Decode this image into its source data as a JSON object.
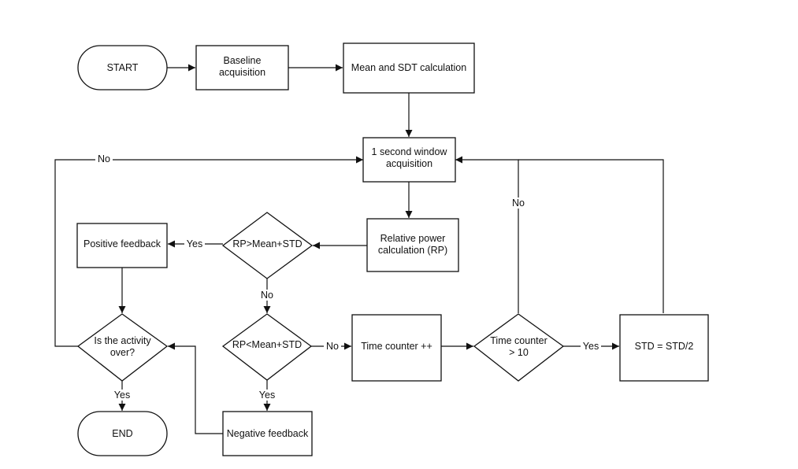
{
  "nodes": {
    "start": "START",
    "baseline": [
      "Baseline",
      "acquisition"
    ],
    "mean_sdt": "Mean and SDT calculation",
    "window": [
      "1 second window",
      "acquisition"
    ],
    "relative_power": [
      "Relative power",
      "calculation (RP)"
    ],
    "rp_gt": "RP>Mean+STD",
    "positive": "Positive feedback",
    "activity_over": [
      "Is the activity",
      "over?"
    ],
    "rp_lt": "RP<Mean+STD",
    "time_counter": "Time counter ++",
    "counter_check": [
      "Time counter",
      "> 10"
    ],
    "std_update": "STD = STD/2",
    "end": "END",
    "negative": "Negative feedback"
  },
  "edge_labels": {
    "activity_no": "No",
    "counter_no": "No",
    "rp_gt_yes": "Yes",
    "rp_gt_no": "No",
    "rp_lt_no": "No",
    "rp_lt_yes": "Yes",
    "counter_yes": "Yes",
    "activity_yes": "Yes"
  },
  "colors": {
    "stroke": "#111111",
    "fill": "#ffffff",
    "background": "#ffffff"
  }
}
